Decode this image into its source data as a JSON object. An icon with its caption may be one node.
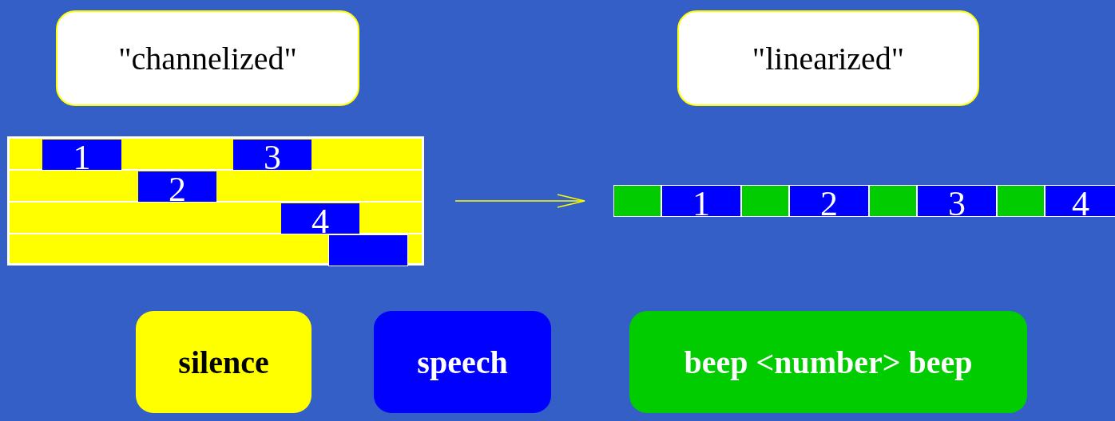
{
  "diagram": {
    "nodes": [
      {
        "text": [
          "\"channelized\""
        ]
      },
      {
        "text": [
          "\"linearized\""
        ]
      },
      {
        "text": [],
        "shape": "box"
      },
      {
        "text": [
          "1"
        ],
        "in": 2
      },
      {
        "text": [
          "3"
        ],
        "in": 2
      },
      {
        "text": [
          "2"
        ],
        "in": 2
      },
      {
        "text": [
          "4"
        ],
        "in": 2
      },
      {
        "text": [],
        "shape": "box",
        "in": 2
      },
      {
        "text": [],
        "shape": "bar"
      },
      {
        "text": [],
        "shape": "box",
        "in": 8
      },
      {
        "text": [
          "1"
        ],
        "in": 8
      },
      {
        "text": [],
        "shape": "box",
        "in": 8
      },
      {
        "text": [
          "2"
        ],
        "in": 8
      },
      {
        "text": [],
        "shape": "box",
        "in": 8
      },
      {
        "text": [
          "3"
        ],
        "in": 8
      },
      {
        "text": [],
        "shape": "box",
        "in": 8
      },
      {
        "text": [
          "4"
        ],
        "in": 8
      }
    ],
    "edges": [
      {
        "from": 2,
        "to": 8,
        "arrow": "to"
      }
    ],
    "legend": [
      {
        "text": "silence",
        "color": "#ffff00"
      },
      {
        "text": "speech",
        "color": "#0000ff"
      },
      {
        "text": "beep <number> beep",
        "color": "#00cc00"
      }
    ]
  }
}
